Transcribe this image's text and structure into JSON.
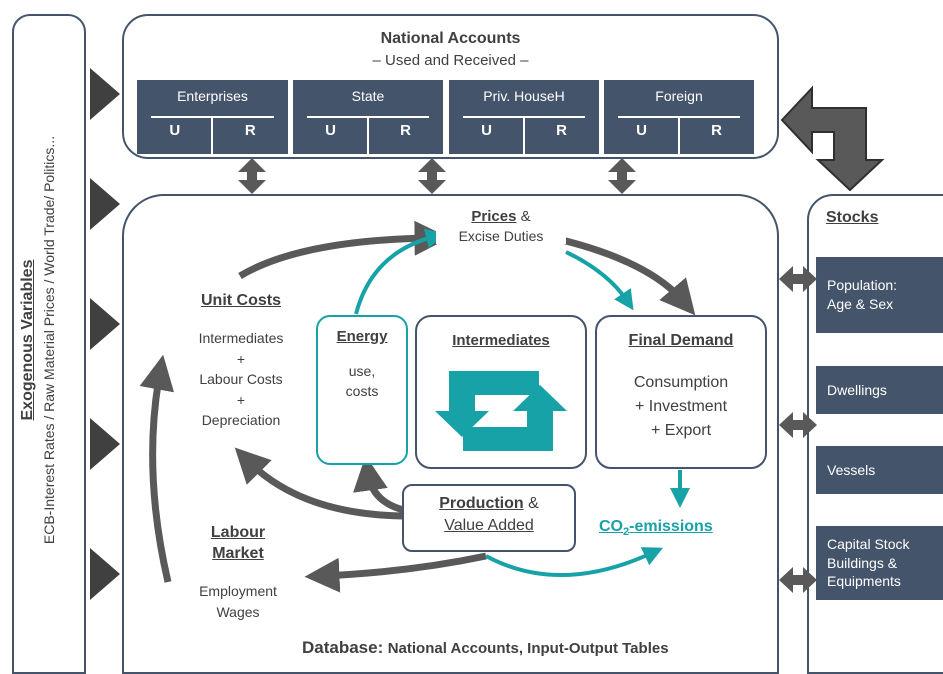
{
  "exogenous": {
    "title": "Exogenous Variables",
    "subtitle": "ECB-Interest Rates / Raw Material Prices / World Trade/ Politics..."
  },
  "national_accounts": {
    "title": "National Accounts",
    "subtitle": "– Used and Received –",
    "sectors": [
      {
        "name": "Enterprises",
        "u": "U",
        "r": "R"
      },
      {
        "name": "State",
        "u": "U",
        "r": "R"
      },
      {
        "name": "Priv. HouseH",
        "u": "U",
        "r": "R"
      },
      {
        "name": "Foreign",
        "u": "U",
        "r": "R"
      }
    ]
  },
  "unit_costs": {
    "title": "Unit Costs",
    "lines": [
      "Intermediates",
      "+",
      "Labour Costs",
      "+",
      "Depreciation"
    ]
  },
  "prices": {
    "title": "Prices",
    "amp": " &",
    "sub": "Excise Duties"
  },
  "energy": {
    "title": "Energy",
    "lines": [
      "use,",
      "costs"
    ]
  },
  "intermediates": {
    "title": "Intermediates"
  },
  "final_demand": {
    "title": "Final Demand",
    "lines": [
      "Consumption",
      "+ Investment",
      "+ Export"
    ]
  },
  "production": {
    "title": "Production",
    "amp": " &",
    "sub": "Value Added"
  },
  "co2": {
    "prefix": "CO",
    "sub": "2",
    "suffix": "-emissions"
  },
  "labour_market": {
    "title_1": "Labour",
    "title_2": "Market",
    "lines": [
      "Employment",
      "Wages"
    ]
  },
  "database": {
    "label": "Database:",
    "text": "National Accounts, Input-Output Tables"
  },
  "stocks": {
    "title": "Stocks",
    "items": [
      {
        "lines": [
          "Population:",
          "Age & Sex"
        ]
      },
      {
        "lines": [
          "Dwellings"
        ]
      },
      {
        "lines": [
          "Vessels"
        ]
      },
      {
        "lines": [
          "Capital Stock",
          "Buildings &",
          "Equipments"
        ]
      }
    ]
  },
  "colors": {
    "navy": "#44546a",
    "teal": "#17a2a8",
    "arrow_gray": "#595959"
  }
}
